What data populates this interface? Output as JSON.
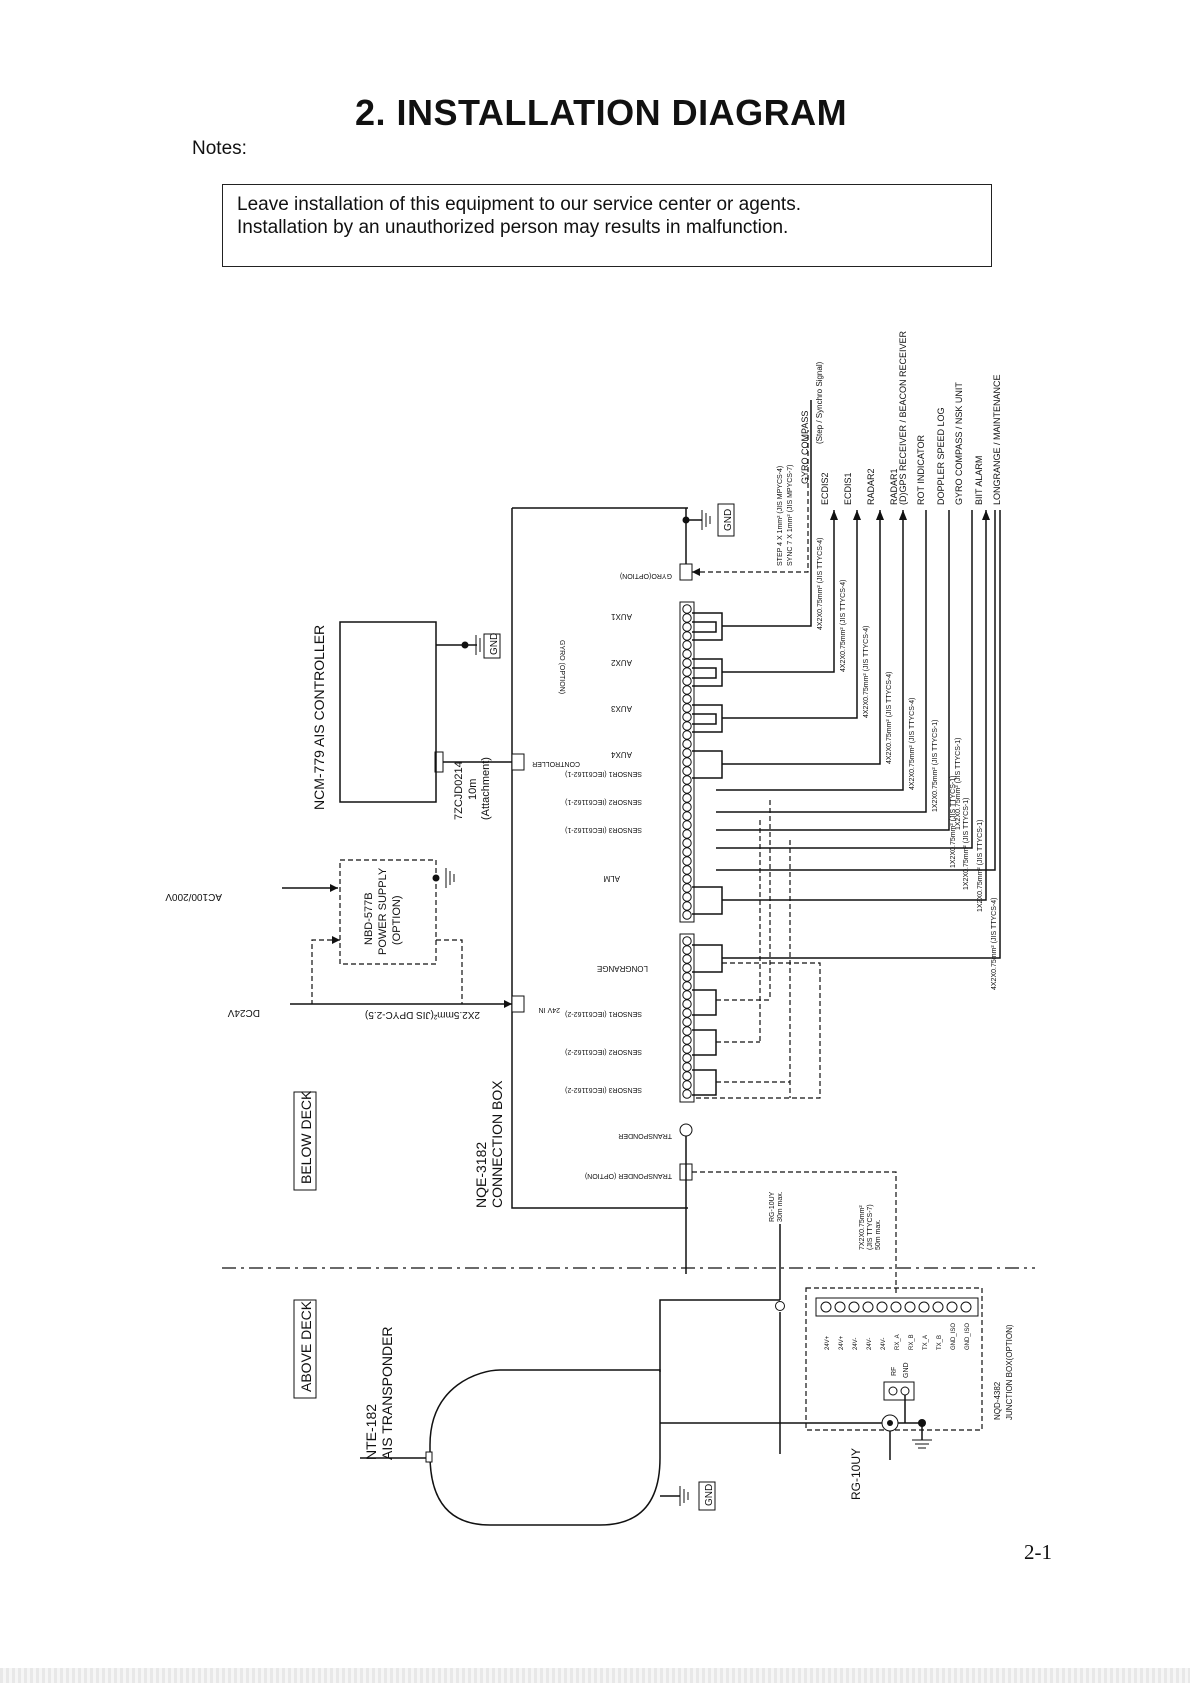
{
  "page": {
    "title": "2.   INSTALLATION DIAGRAM",
    "notes_label": "Notes:",
    "notice_lines": [
      "Leave installation of this equipment to our service center or agents.",
      "Installation by an unauthorized person may results in malfunction."
    ],
    "page_number": "2-1"
  },
  "deck": {
    "below": "BELOW DECK",
    "above": "ABOVE DECK"
  },
  "units": {
    "controller": "NCM-779 AIS CONTROLLER",
    "power_supply": [
      "NBD-577B",
      "POWER SUPPLY",
      "(OPTION)"
    ],
    "connection_box": [
      "NQE-3182",
      "CONNECTION BOX"
    ],
    "transponder": [
      "NTE-182",
      "AIS TRANSPONDER"
    ],
    "junction_box": [
      "NQD-4382",
      "JUNCTION BOX(OPTION)"
    ]
  },
  "labels": {
    "ac_input": "AC100/200V",
    "dc_input": "DC24V",
    "gnd": "GND",
    "controller_cable": [
      "7ZCJD0214",
      "10m",
      "(Attachment)"
    ],
    "dc_cable": "2X2.5mm²(JIS DPYC-2.5)",
    "rg10uy": "RG-10UY",
    "rg10uy_short": [
      "RG-10UY",
      "30m max."
    ],
    "jb_cable": [
      "7X2X0.75mm²",
      "(JIS TTYCS-7)",
      "50m max."
    ],
    "gyro_signal": [
      "STEP 4 X 1mm² (JIS MPYCS-4)",
      "SYNC 7 X 1mm² (JIS MPYCS-7)"
    ],
    "step_sync": "(Step / Synchro Signal)"
  },
  "box_ports": {
    "gyro_option": "GYRO(OPTION)",
    "gyro_opt_side": "GYRO (OPTION)",
    "controller": "CONTROLLER",
    "dc_in": "24V IN",
    "transponder": "TRANSPONDER",
    "transponder_option": "TRANSPONDER (OPTION)"
  },
  "box_groups": [
    "AUX1",
    "AUX2",
    "AUX3",
    "AUX4",
    "SENSOR1 (IEC61162-1)",
    "SENSOR2 (IEC61162-1)",
    "SENSOR3 (IEC61162-1)",
    "ALM",
    "LONGRANGE",
    "SENSOR1 (IEC61162-2)",
    "SENSOR2 (IEC61162-2)",
    "SENSOR3 (IEC61162-2)"
  ],
  "equipment": [
    "GYRO COMPASS",
    "ECDIS2",
    "ECDIS1",
    "RADAR2",
    "RADAR1",
    "(D)GPS RECEIVER / BEACON RECEIVER",
    "ROT INDICATOR",
    "DOPPLER SPEED LOG",
    "GYRO COMPASS / NSK UNIT",
    "BIIT ALARM",
    "LONGRANGE / MAINTENANCE"
  ],
  "cables": [
    "4X2X0.75mm² (JIS TTYCS-4)",
    "4X2X0.75mm² (JIS TTYCS-4)",
    "4X2X0.75mm² (JIS TTYCS-4)",
    "4X2X0.75mm² (JIS TTYCS-4)",
    "4X2X0.75mm² (JIS TTYCS-4)",
    "1X2X0.75mm² (JIS TTYCS-1)",
    "1X2X0.75mm² (JIS TTYCS-1)",
    "1X2X0.75mm² (JIS TTYCS-1)",
    "1X2X0.75mm² (JIS TTYCS-1)",
    "1X2X0.75mm² (JIS TTYCS-1)",
    "4X2X0.75mm² (JIS TTYCS-4)"
  ],
  "jb_terminals": [
    "24V+",
    "24V+",
    "24V-",
    "24V-",
    "24V-",
    "RX_A",
    "RX_B",
    "TX_A",
    "TX_B",
    "GND_ISO",
    "GND_ISO"
  ],
  "jb_rf": [
    "RF",
    "GND"
  ]
}
